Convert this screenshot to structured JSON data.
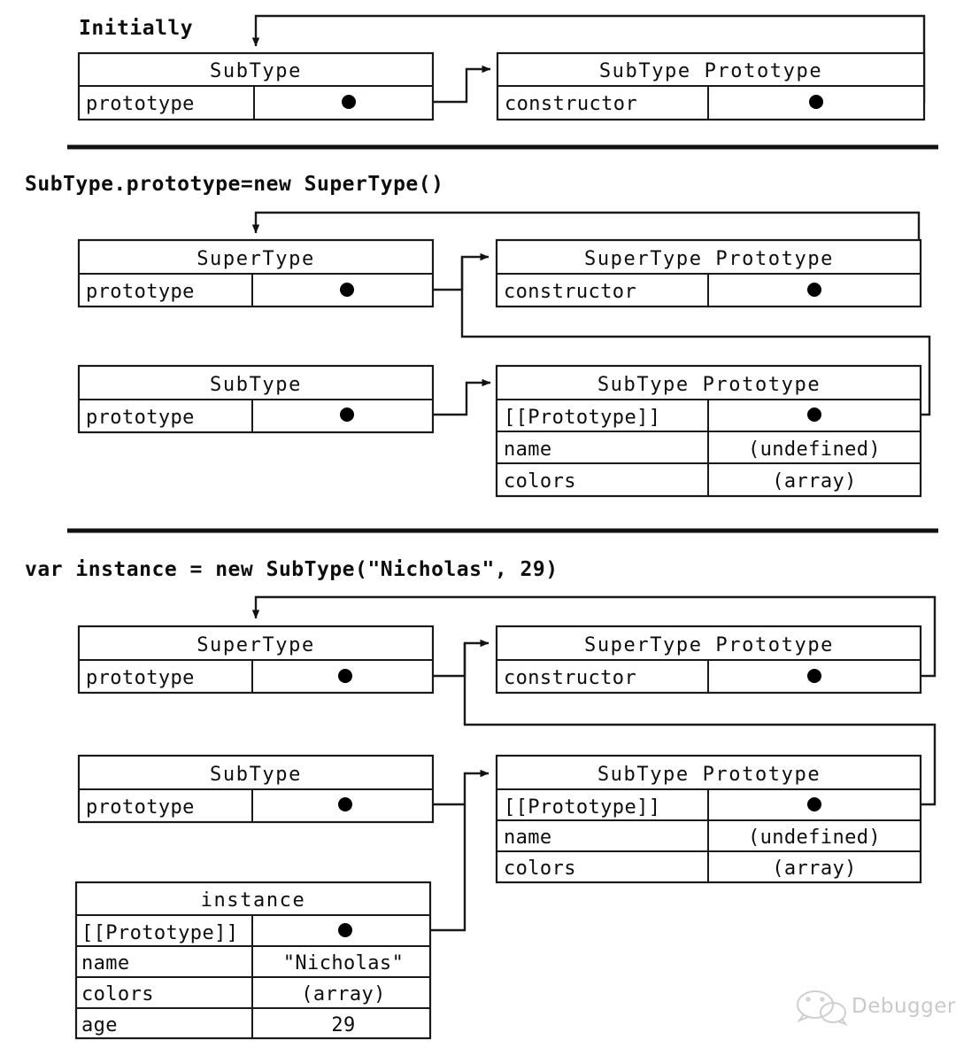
{
  "page": {
    "title": "JavaScript Prototype Chain Inheritance Diagram",
    "background_color": "#ffffff",
    "line_color": "#1a1a1a",
    "text_color": "#0d0d0d"
  },
  "sections": [
    {
      "id": "initially",
      "caption": "Initially",
      "boxes": [
        {
          "id": "subtype",
          "title": "SubType",
          "rows": [
            {
              "key": "prototype",
              "value": "",
              "value_is_pointer": true
            }
          ]
        },
        {
          "id": "subtype-prototype",
          "title": "SubType Prototype",
          "rows": [
            {
              "key": "constructor",
              "value": "",
              "value_is_pointer": true
            }
          ]
        }
      ]
    },
    {
      "id": "subtype-prototype-assignment",
      "caption": "SubType.prototype=new SuperType()",
      "boxes": [
        {
          "id": "supertype",
          "title": "SuperType",
          "rows": [
            {
              "key": "prototype",
              "value": "",
              "value_is_pointer": true
            }
          ]
        },
        {
          "id": "supertype-prototype",
          "title": "SuperType Prototype",
          "rows": [
            {
              "key": "constructor",
              "value": "",
              "value_is_pointer": true
            }
          ]
        },
        {
          "id": "subtype",
          "title": "SubType",
          "rows": [
            {
              "key": "prototype",
              "value": "",
              "value_is_pointer": true
            }
          ]
        },
        {
          "id": "subtype-prototype",
          "title": "SubType Prototype",
          "rows": [
            {
              "key": "[[Prototype]]",
              "value": "",
              "value_is_pointer": true
            },
            {
              "key": "name",
              "value": "(undefined)",
              "value_is_pointer": false
            },
            {
              "key": "colors",
              "value": "(array)",
              "value_is_pointer": false
            }
          ]
        }
      ]
    },
    {
      "id": "instance-creation",
      "caption": "var instance = new SubType(\"Nicholas\", 29)",
      "boxes": [
        {
          "id": "supertype",
          "title": "SuperType",
          "rows": [
            {
              "key": "prototype",
              "value": "",
              "value_is_pointer": true
            }
          ]
        },
        {
          "id": "supertype-prototype",
          "title": "SuperType Prototype",
          "rows": [
            {
              "key": "constructor",
              "value": "",
              "value_is_pointer": true
            }
          ]
        },
        {
          "id": "subtype",
          "title": "SubType",
          "rows": [
            {
              "key": "prototype",
              "value": "",
              "value_is_pointer": true
            }
          ]
        },
        {
          "id": "subtype-prototype",
          "title": "SubType Prototype",
          "rows": [
            {
              "key": "[[Prototype]]",
              "value": "",
              "value_is_pointer": true
            },
            {
              "key": "name",
              "value": "(undefined)",
              "value_is_pointer": false
            },
            {
              "key": "colors",
              "value": "(array)",
              "value_is_pointer": false
            }
          ]
        },
        {
          "id": "instance",
          "title": "instance",
          "rows": [
            {
              "key": "[[Prototype]]",
              "value": "",
              "value_is_pointer": true
            },
            {
              "key": "name",
              "value": "\"Nicholas\"",
              "value_is_pointer": false
            },
            {
              "key": "colors",
              "value": "(array)",
              "value_is_pointer": false
            },
            {
              "key": "age",
              "value": "29",
              "value_is_pointer": false
            }
          ]
        }
      ]
    }
  ],
  "labels": {
    "s1_caption": "Initially",
    "s1_b1_title": "SubType",
    "s1_b1_r1_key": "prototype",
    "s1_b2_title": "SubType Prototype",
    "s1_b2_r1_key": "constructor",
    "s2_caption": "SubType.prototype=new SuperType()",
    "s2_b1_title": "SuperType",
    "s2_b1_r1_key": "prototype",
    "s2_b2_title": "SuperType Prototype",
    "s2_b2_r1_key": "constructor",
    "s2_b3_title": "SubType",
    "s2_b3_r1_key": "prototype",
    "s2_b4_title": "SubType Prototype",
    "s2_b4_r1_key": "[[Prototype]]",
    "s2_b4_r2_key": "name",
    "s2_b4_r2_val": "(undefined)",
    "s2_b4_r3_key": "colors",
    "s2_b4_r3_val": "(array)",
    "s3_caption": "var instance = new SubType(\"Nicholas\", 29)",
    "s3_b1_title": "SuperType",
    "s3_b1_r1_key": "prototype",
    "s3_b2_title": "SuperType Prototype",
    "s3_b2_r1_key": "constructor",
    "s3_b3_title": "SubType",
    "s3_b3_r1_key": "prototype",
    "s3_b4_title": "SubType Prototype",
    "s3_b4_r1_key": "[[Prototype]]",
    "s3_b4_r2_key": "name",
    "s3_b4_r2_val": "(undefined)",
    "s3_b4_r3_key": "colors",
    "s3_b4_r3_val": "(array)",
    "s3_b5_title": "instance",
    "s3_b5_r1_key": "[[Prototype]]",
    "s3_b5_r2_key": "name",
    "s3_b5_r2_val": "\"Nicholas\"",
    "s3_b5_r3_key": "colors",
    "s3_b5_r3_val": "(array)",
    "s3_b5_r4_key": "age",
    "s3_b5_r4_val": "29"
  },
  "watermark": {
    "text": "Debugger",
    "icon": "wechat-icon",
    "color": "#c9c9c9"
  }
}
